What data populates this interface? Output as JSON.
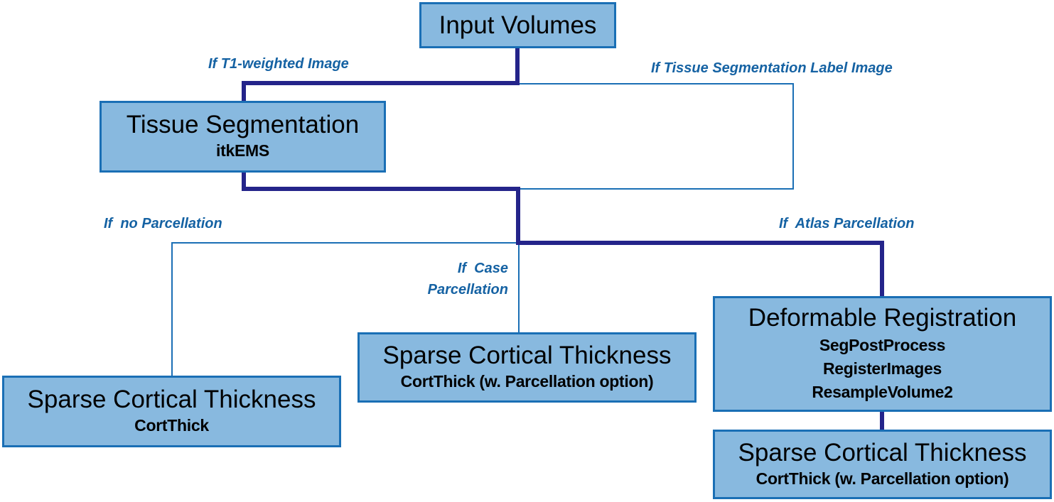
{
  "diagram": {
    "colors": {
      "box_fill": "#88b9df",
      "box_border": "#1a6fb5",
      "primary_path": "#24248a",
      "alternate_path": "#1a6fb5",
      "condition_text": "#1562a3"
    },
    "nodes": {
      "input": {
        "title": "Input Volumes"
      },
      "tissue": {
        "title": "Tissue Segmentation",
        "subtitle": "itkEMS"
      },
      "sct_no_parcellation": {
        "title": "Sparse Cortical Thickness",
        "subtitle": "CortThick"
      },
      "sct_case_parcellation": {
        "title": "Sparse Cortical Thickness",
        "subtitle": "CortThick (w. Parcellation option)"
      },
      "deformable": {
        "title": "Deformable Registration",
        "tools": [
          "SegPostProcess",
          "RegisterImages",
          "ResampleVolume2"
        ]
      },
      "sct_atlas_parcellation": {
        "title": "Sparse Cortical Thickness",
        "subtitle": "CortThick (w. Parcellation option)"
      }
    },
    "conditions": {
      "t1": "If T1-weighted Image",
      "tissue_label": "If Tissue Segmentation Label Image",
      "no_parcellation": "If  no Parcellation",
      "atlas_parcellation": "If  Atlas Parcellation",
      "case_parcellation": [
        "If  Case",
        "Parcellation"
      ]
    },
    "edges": [
      {
        "from": "input",
        "to": "tissue",
        "condition": "t1",
        "style": "primary"
      },
      {
        "from": "input",
        "to": "merge",
        "condition": "tissue_label",
        "style": "alternate"
      },
      {
        "from": "tissue",
        "to": "merge",
        "style": "primary"
      },
      {
        "from": "merge",
        "to": "deformable",
        "condition": "atlas_parcellation",
        "style": "primary"
      },
      {
        "from": "merge",
        "to": "sct_no_parcellation",
        "condition": "no_parcellation",
        "style": "alternate"
      },
      {
        "from": "merge",
        "to": "sct_case_parcellation",
        "condition": "case_parcellation",
        "style": "alternate"
      },
      {
        "from": "deformable",
        "to": "sct_atlas_parcellation",
        "style": "primary"
      }
    ]
  }
}
